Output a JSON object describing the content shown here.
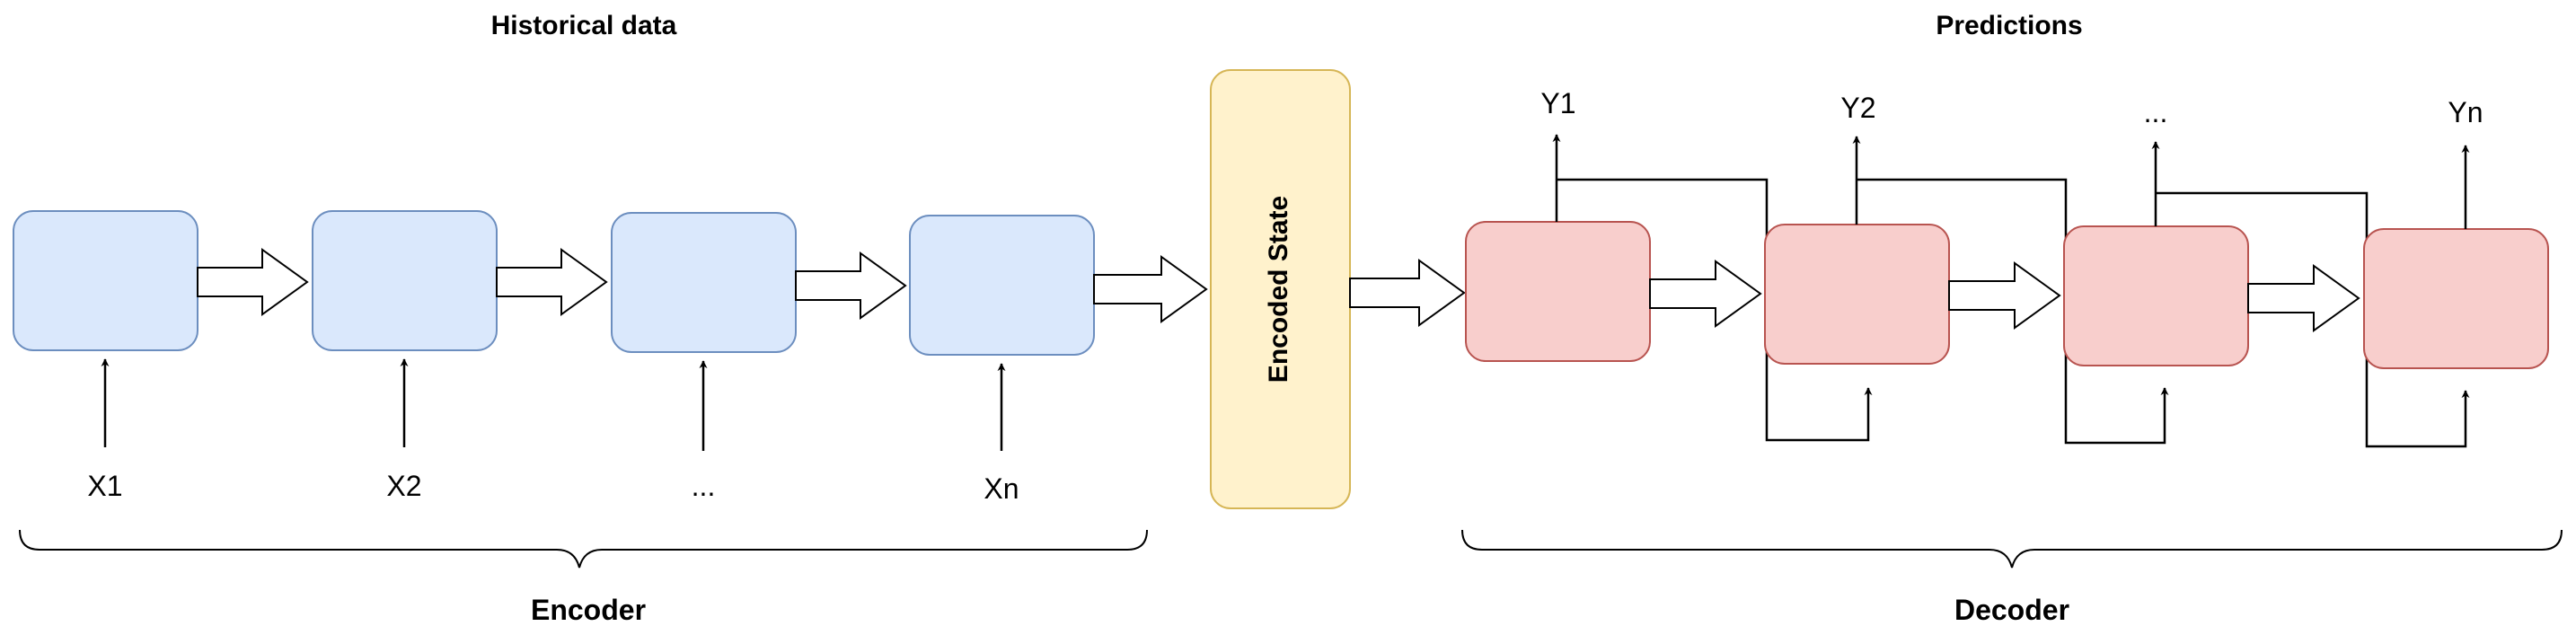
{
  "titles": {
    "historical": "Historical data",
    "predictions": "Predictions",
    "encoder": "Encoder",
    "decoder": "Decoder"
  },
  "encoded_state": "Encoded State",
  "inputs": [
    "X1",
    "X2",
    "...",
    "Xn"
  ],
  "outputs": [
    "Y1",
    "Y2",
    "...",
    "Yn"
  ],
  "colors": {
    "encoder_fill": "#dae8fc",
    "encoder_stroke": "#6c8ebf",
    "decoder_fill": "#f8cecc",
    "decoder_stroke": "#b85450",
    "state_fill": "#fff2cc",
    "state_stroke": "#d6b656"
  }
}
